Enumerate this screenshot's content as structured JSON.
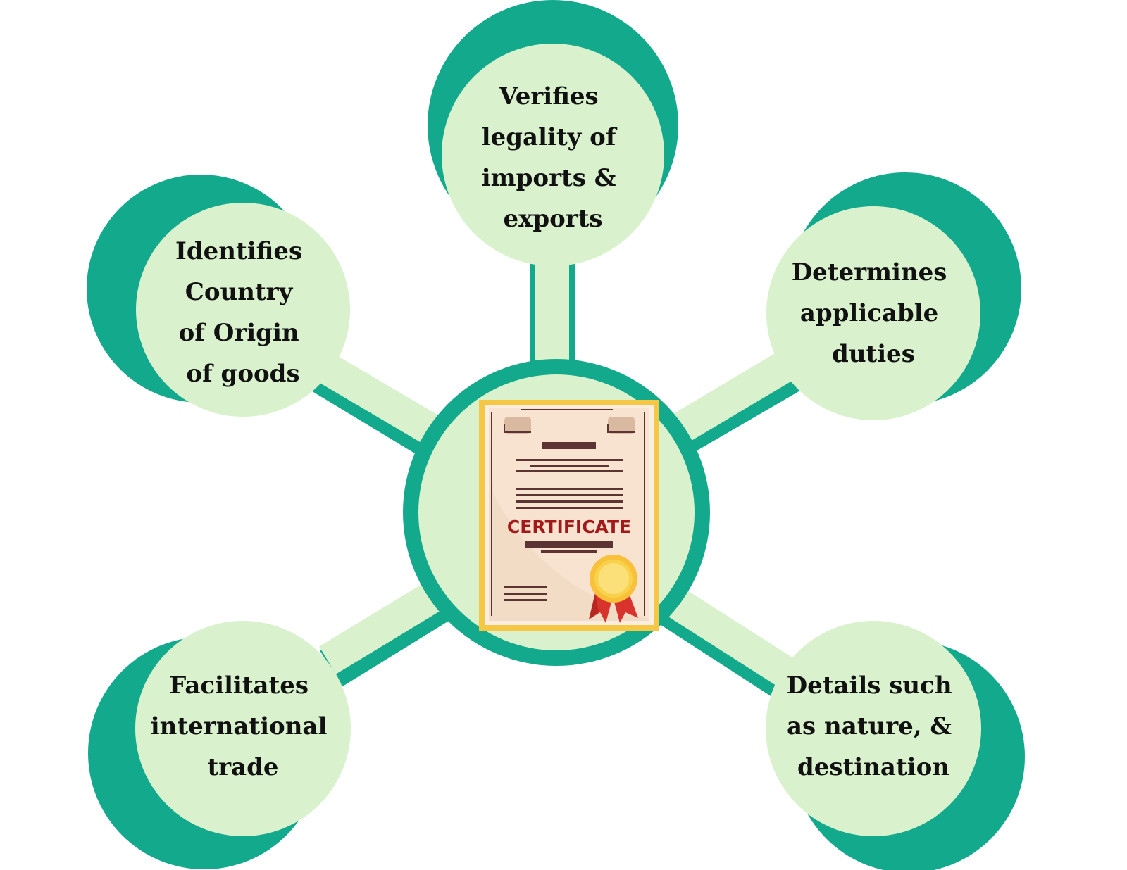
{
  "colors": {
    "dark_green": "#13a98c",
    "light_green": "#d9f2cd",
    "frame_gold": "#f6c645",
    "paper": "#f3dcc6",
    "ink": "#5c3434",
    "certificate_red": "#a3191a",
    "seal_yellow": "#f7d24a",
    "ribbon_red": "#d8332c"
  },
  "icons": [
    "certificate-icon",
    "award-seal-icon"
  ],
  "center": {
    "label": "CERTIFICATE"
  },
  "nodes": [
    {
      "id": "top",
      "lines": [
        "Verifies",
        "legality of",
        "imports &",
        "exports"
      ]
    },
    {
      "id": "upper-left",
      "lines": [
        "Identifies",
        "Country",
        "of Origin",
        "of goods"
      ]
    },
    {
      "id": "upper-right",
      "lines": [
        "Determines",
        "applicable",
        "duties"
      ]
    },
    {
      "id": "lower-left",
      "lines": [
        "Facilitates",
        "international",
        "trade"
      ]
    },
    {
      "id": "lower-right",
      "lines": [
        "Details such",
        "as nature, &",
        "destination"
      ]
    }
  ]
}
